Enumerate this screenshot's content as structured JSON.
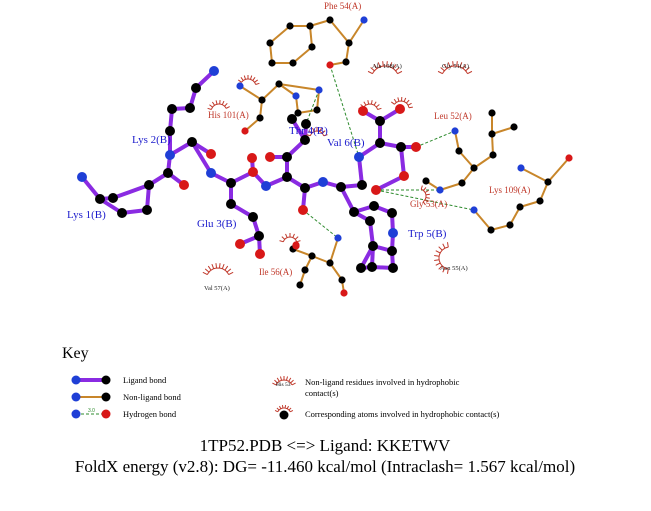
{
  "diagram": {
    "ligand_residues": [
      "Lys 1(B)",
      "Lys 2(B)",
      "Glu 3(B)",
      "Thr 4(B)",
      "Trp 5(B)",
      "Val 6(B)"
    ],
    "interacting_residues": [
      "Phe 54(A)",
      "His 101(A)",
      "Leu 52(A)",
      "Lys 109(A)",
      "Gly 53(A)",
      "Ile 56(A)"
    ],
    "hydrophobic_contacts": [
      "Ala 108(A)",
      "Gly 51(A)",
      "Asn 55(A)",
      "Val 57(A)"
    ]
  },
  "key": {
    "title": "Key",
    "ligand_bond": "Ligand bond",
    "non_ligand_bond": "Non-ligand bond",
    "hydrogen_bond": "Hydrogen bond",
    "hbond_distance": "3.0",
    "residue_example": "His 53",
    "hydrophobic_residues_line1": "Non-ligand residues involved in hydrophobic",
    "hydrophobic_residues_line2": "contact(s)",
    "hydrophobic_atoms": "Corresponding atoms involved in hydrophobic contact(s)"
  },
  "caption": {
    "line1": "1TP52.PDB <=> Ligand: KKETWV",
    "line2": "FoldX energy (v2.8): DG= -11.460 kcal/mol (Intraclash= 1.567 kcal/mol)"
  },
  "colors": {
    "ligand_bond": "#8a2be2",
    "non_ligand_bond": "#c8862a",
    "hydrogen_bond": "#2e8b2e",
    "carbon": "#000000",
    "nitrogen": "#1f3fd6",
    "oxygen": "#d81818",
    "hydrophobic_arc": "#c0392b"
  }
}
